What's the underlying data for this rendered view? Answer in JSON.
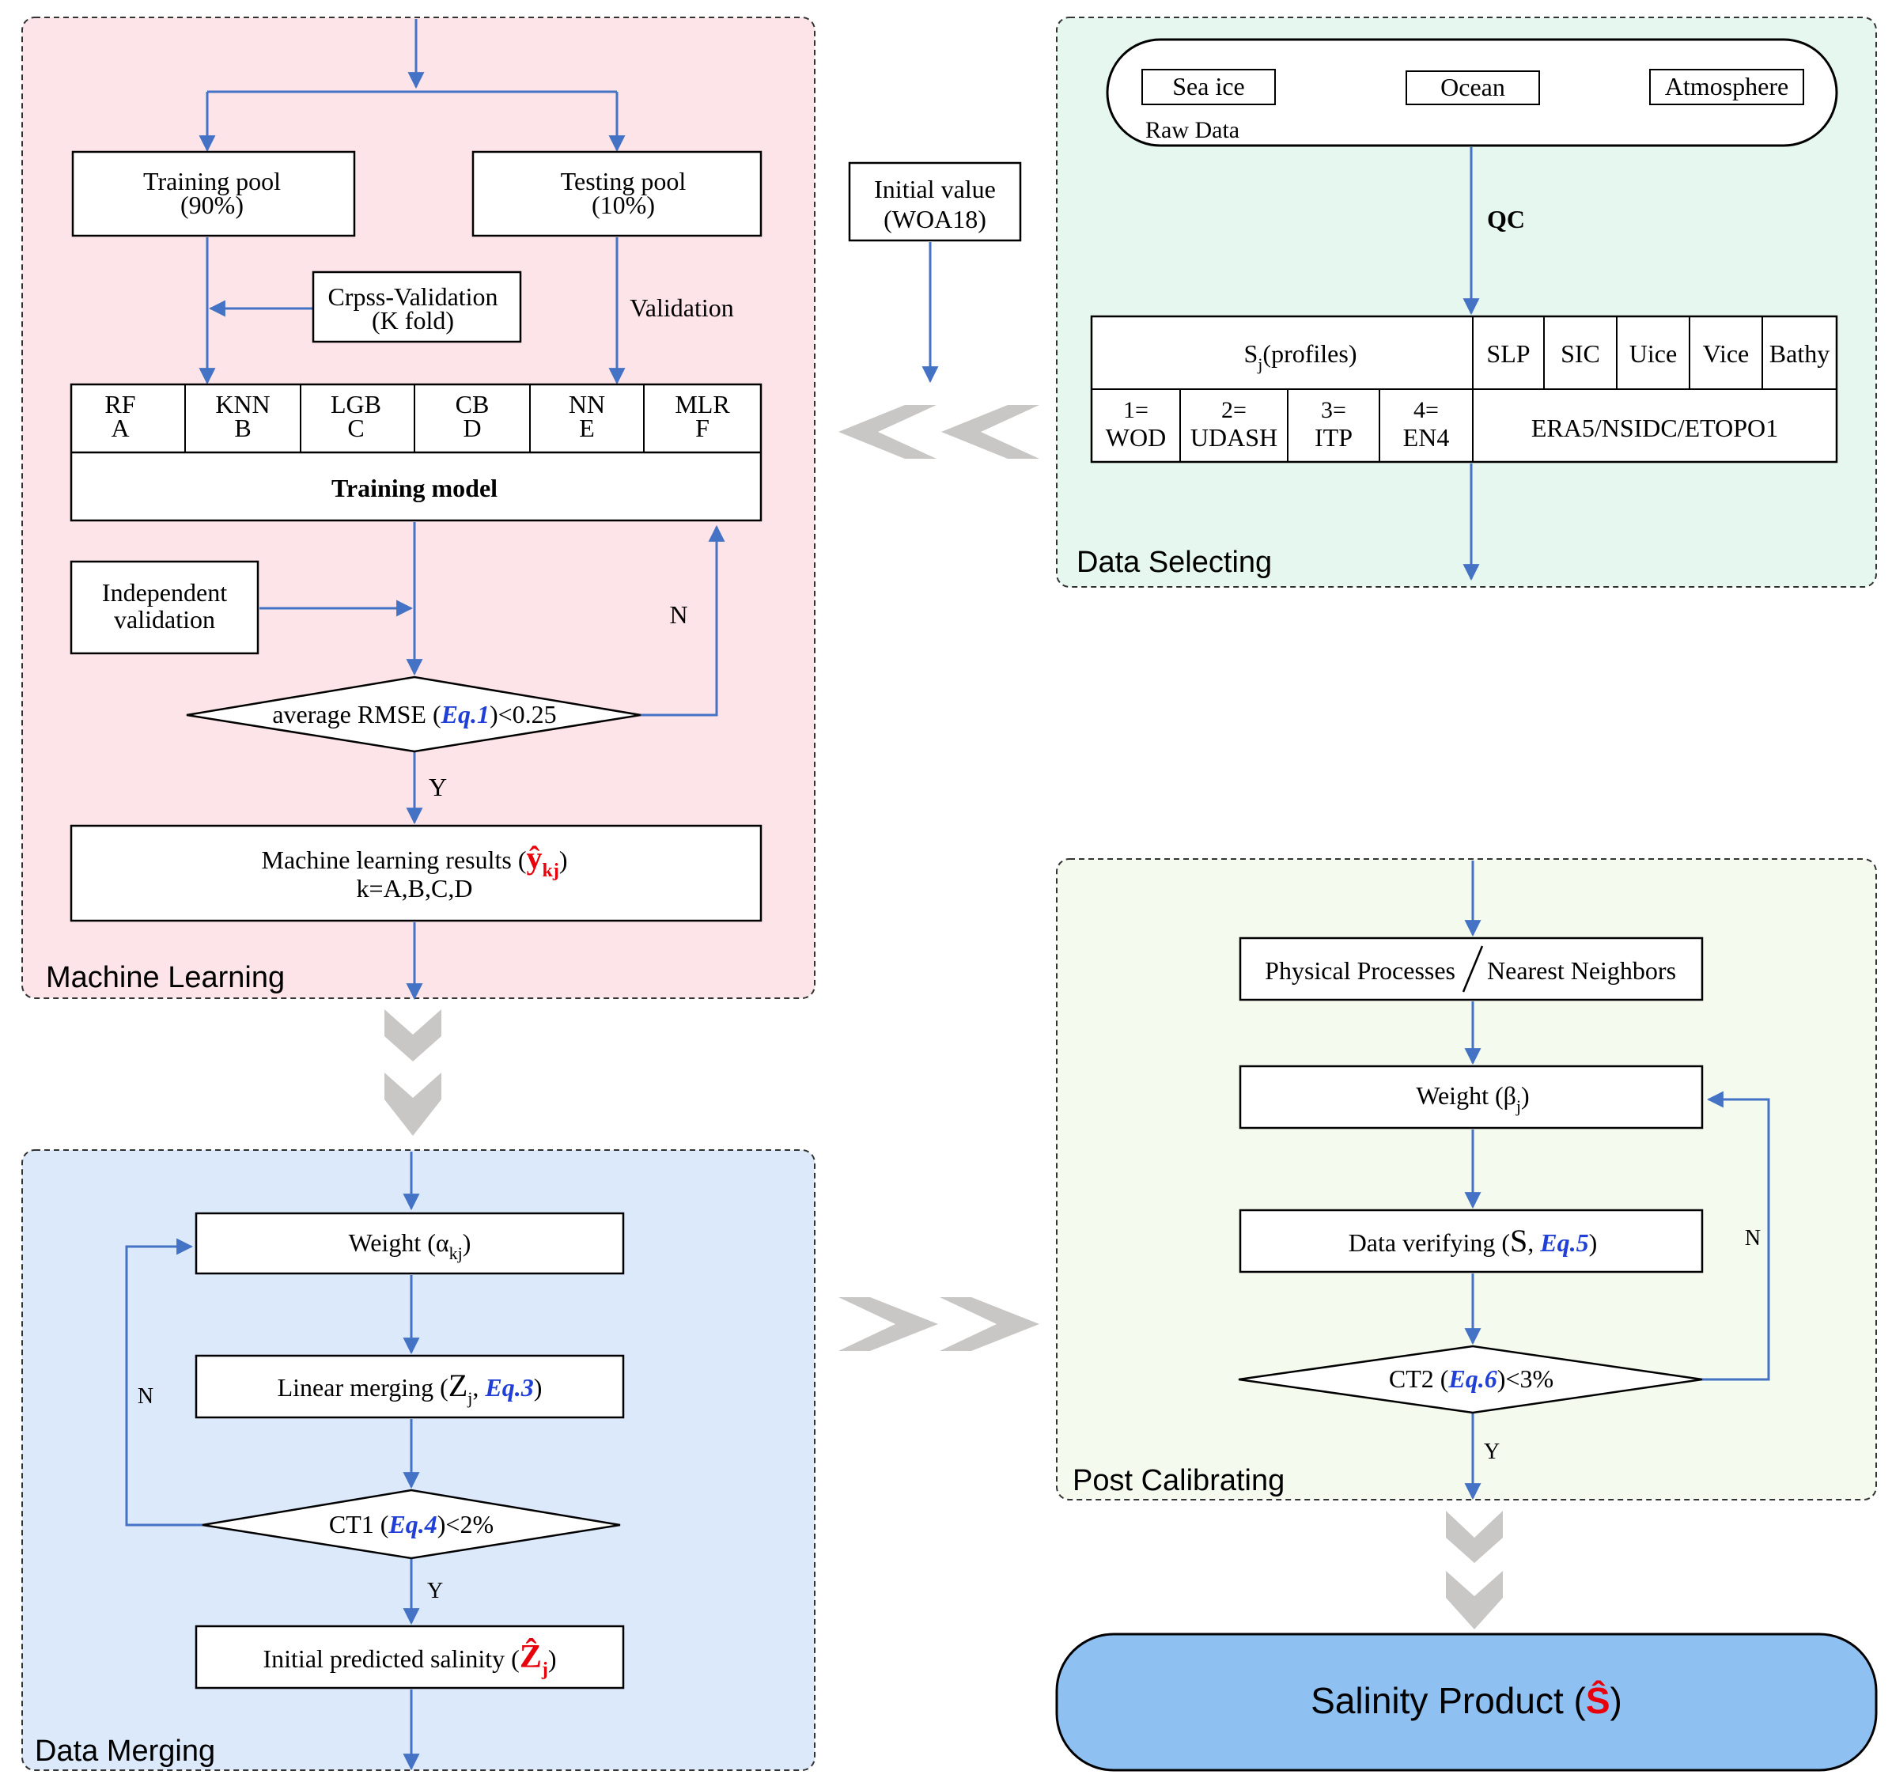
{
  "colors": {
    "machine_learning_panel": "#fde4e9",
    "data_selecting_panel": "#e5f7ee",
    "data_merging_panel": "#dbe9fb",
    "post_calibrating_panel": "#f5faef",
    "salinity_product_fill": "#8ec0f2",
    "flow_arrow": "#4472c4",
    "chevron": "#c9c7c6",
    "equation_ref": "#1f3fd6",
    "highlight_symbol": "#e8000a"
  },
  "machine_learning": {
    "panel_label": "Machine Learning",
    "training_pool": {
      "line1": "Training pool",
      "line2": "(90%)"
    },
    "testing_pool": {
      "line1": "Testing pool",
      "line2": "(10%)"
    },
    "cross_validation": {
      "line1": "Crpss-Validation",
      "line2": "(K fold)"
    },
    "validation_label": "Validation",
    "models": [
      {
        "name": "RF",
        "code": "A"
      },
      {
        "name": "KNN",
        "code": "B"
      },
      {
        "name": "LGB",
        "code": "C"
      },
      {
        "name": "CB",
        "code": "D"
      },
      {
        "name": "NN",
        "code": "E"
      },
      {
        "name": "MLR",
        "code": "F"
      }
    ],
    "training_model": "Training model",
    "independent_validation": {
      "line1": "Independent",
      "line2": "validation"
    },
    "rmse_check": {
      "prefix": "average RMSE (",
      "eq": "Eq.1",
      "suffix": ")<0.25"
    },
    "no_label": "N",
    "yes_label": "Y",
    "results": {
      "prefix": "Machine learning results (",
      "symbol": "ŷ",
      "subscript": "kj",
      "suffix": ")",
      "line2": "k=A,B,C,D"
    }
  },
  "initial_value": {
    "line1": "Initial value",
    "line2": "(WOA18)"
  },
  "data_selecting": {
    "panel_label": "Data Selecting",
    "raw_data_label": "Raw Data",
    "sources": [
      "Sea ice",
      "Ocean",
      "Atmosphere"
    ],
    "qc_label": "QC",
    "profiles_header": {
      "symbol": "S",
      "subscript": "j",
      "suffix": "(profiles)"
    },
    "variables": [
      "SLP",
      "SIC",
      "Uice",
      "Vice",
      "Bathy"
    ],
    "profile_sources": [
      {
        "num": "1=",
        "name": "WOD"
      },
      {
        "num": "2=",
        "name": "UDASH"
      },
      {
        "num": "3=",
        "name": "ITP"
      },
      {
        "num": "4=",
        "name": "EN4"
      }
    ],
    "variable_sources": "ERA5/NSIDC/ETOPO1"
  },
  "data_merging": {
    "panel_label": "Data Merging",
    "weight": {
      "prefix": "Weight (",
      "symbol": "α",
      "subscript": "kj",
      "suffix": ")"
    },
    "linear_merging": {
      "prefix": "Linear merging (",
      "symbol": "Z",
      "subscript": "j",
      "sep": ", ",
      "eq": "Eq.3",
      "suffix": ")"
    },
    "ct1_check": {
      "prefix": "CT1 (",
      "eq": "Eq.4",
      "suffix": ")<2%"
    },
    "no_label": "N",
    "yes_label": "Y",
    "initial_salinity": {
      "prefix": "Initial predicted salinity (",
      "symbol": "Ẑ",
      "subscript": "j",
      "suffix": ")"
    }
  },
  "post_calibrating": {
    "panel_label": "Post Calibrating",
    "processes": {
      "left": "Physical Processes",
      "right": "Nearest Neighbors"
    },
    "weight": {
      "prefix": "Weight (",
      "symbol": "β",
      "subscript": "j",
      "suffix": ")"
    },
    "verifying": {
      "prefix": "Data verifying (",
      "symbol": "S",
      "sep": ", ",
      "eq": "Eq.5",
      "suffix": ")"
    },
    "ct2_check": {
      "prefix": "CT2 (",
      "eq": "Eq.6",
      "suffix": ")<3%"
    },
    "no_label": "N",
    "yes_label": "Y"
  },
  "salinity_product": {
    "prefix": "Salinity Product (",
    "symbol": "Ŝ",
    "suffix": ")"
  }
}
